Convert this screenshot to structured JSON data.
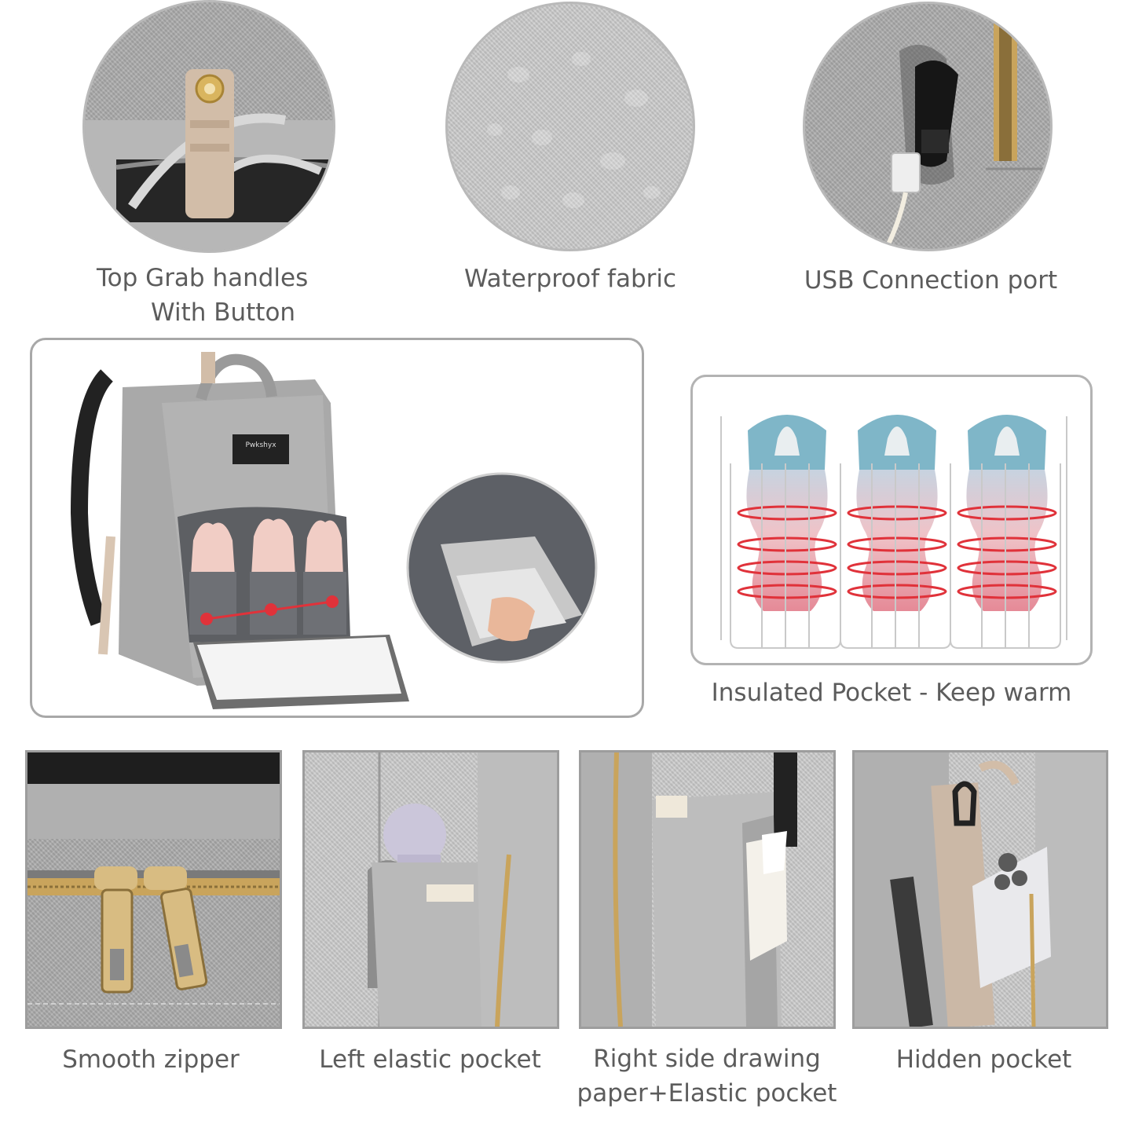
{
  "features": {
    "top_handles": {
      "line1": "Top Grab handles",
      "line2": "With Button"
    },
    "waterproof": "Waterproof fabric",
    "usb": "USB Connection port",
    "insulated": "Insulated Pocket - Keep warm",
    "zipper": "Smooth zipper",
    "left_pocket": "Left elastic pocket",
    "right_pocket": {
      "line1": "Right side drawing",
      "line2": "paper+Elastic pocket"
    },
    "hidden_pocket": "Hidden pocket"
  },
  "brand_label": {
    "name": "Pwkshyx"
  },
  "colors": {
    "fabric_gray": "#a9a9a9",
    "border_gray": "#9d9d9d",
    "caption_text": "#5c5c5c",
    "bottle_blue": "#7fb6c8",
    "bottle_pink": "#e8a0a8",
    "heat_red": "#e0323a",
    "zipper_gold": "#c9a45c"
  }
}
